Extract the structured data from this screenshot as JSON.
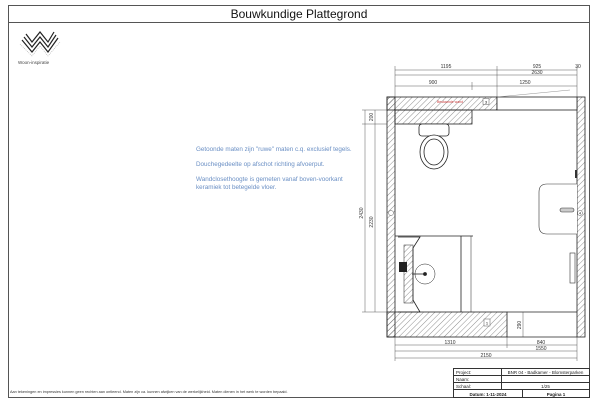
{
  "title": "Bouwkundige Plattegrond",
  "logo": {
    "text": "Woon-inspiratie"
  },
  "notes": [
    "Getoonde maten zijn \"ruwe\" maten c.q. exclusief tegels.",
    "Douchegedeelte op afschot richting afvoerput.",
    "Wandclosethoogte is gemeten vanaf boven-voorkant keramiek tot betegelde vloer."
  ],
  "plan": {
    "label_wall": "Bestaande wand",
    "marker_1": "1",
    "marker_3": "3",
    "marker_4": "4",
    "dims": {
      "top_1195": "1195",
      "top_925": "925",
      "top_30": "30",
      "top_2630": "2630",
      "top_900": "900",
      "top_1250": "1250",
      "left_2430": "2430",
      "left_2230": "2230",
      "left_200": "200",
      "bottom_290": "290",
      "bottom_1310": "1310",
      "bottom_840": "840",
      "bottom_1550": "1550",
      "bottom_2150": "2150"
    }
  },
  "disclaimer": "Aan tekeningen en impressies kunnen geen rechten aan ontleend. Maten zijn ca. kunnen afwijken van de werkelijkheid. Maten dienen in het werk te worden bepaald.",
  "titleblock": {
    "project_label": "Project:",
    "project_value": "BNR 04 - Badkamer - Blomsterparken",
    "naam_label": "Naam:",
    "naam_value": "",
    "schaal_label": "Schaal:",
    "schaal_value": "1/25",
    "datum": "Datum: 1-11-2024",
    "pagina": "Pagina 1"
  },
  "colors": {
    "notes": "#6a8fc4",
    "wall_label": "#d04040"
  }
}
